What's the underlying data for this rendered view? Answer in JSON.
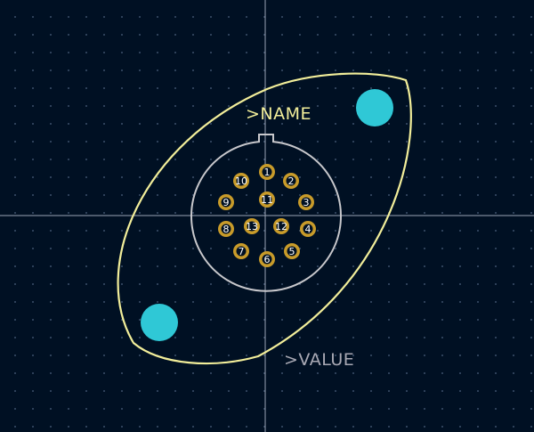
{
  "footprint": {
    "reference_label": ">NAME",
    "value_label": ">VALUE"
  },
  "pads": [
    {
      "number": "1"
    },
    {
      "number": "2"
    },
    {
      "number": "3"
    },
    {
      "number": "4"
    },
    {
      "number": "5"
    },
    {
      "number": "6"
    },
    {
      "number": "7"
    },
    {
      "number": "8"
    },
    {
      "number": "9"
    },
    {
      "number": "10"
    },
    {
      "number": "11"
    },
    {
      "number": "12"
    },
    {
      "number": "13"
    }
  ],
  "colors": {
    "background": "#001023",
    "grid_dot": "#3a4d68",
    "crosshair": "#9aa4b4",
    "silkscreen": "#f2ee9a",
    "fab_outline": "#c8c8cc",
    "pad_copper": "#c89b2a",
    "mounting_hole": "#2fc8d6",
    "value_text": "#a9a9b4"
  }
}
